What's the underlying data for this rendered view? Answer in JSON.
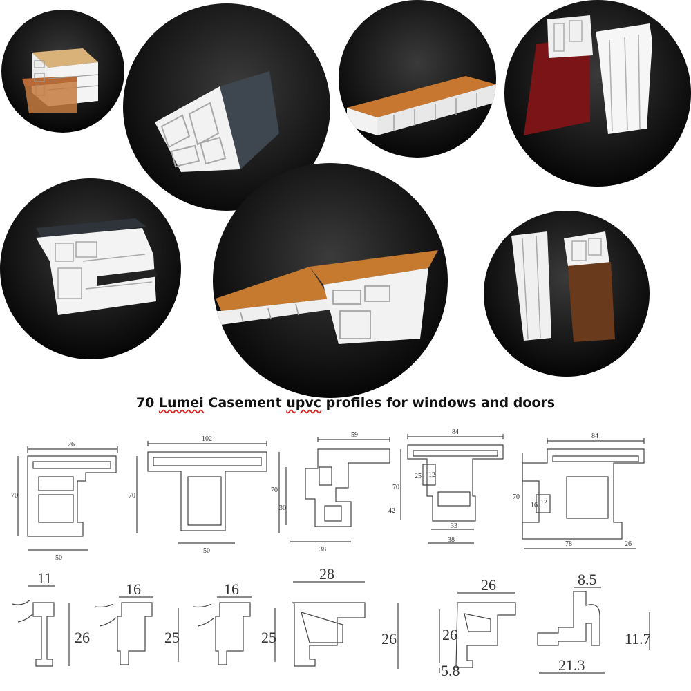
{
  "title": {
    "pre": "70 ",
    "brand": "Lumei",
    "mid": " Casement ",
    "upvc": "upvc",
    "post": " profiles for windows and doors"
  },
  "photos": [
    {
      "name": "profile-photo-1",
      "finish": "oak-top"
    },
    {
      "name": "profile-photo-2",
      "finish": "anthracite"
    },
    {
      "name": "profile-photo-3",
      "finish": "golden-oak"
    },
    {
      "name": "profile-photo-4",
      "finish": "mahogany"
    },
    {
      "name": "profile-photo-5",
      "finish": "anthracite-top"
    },
    {
      "name": "profile-photo-6",
      "finish": "golden-oak"
    },
    {
      "name": "profile-photo-7",
      "finish": "walnut"
    }
  ],
  "drawings_row1": [
    {
      "name": "frame-drawing",
      "dims": [
        "26",
        "70",
        "50"
      ]
    },
    {
      "name": "mullion-drawing",
      "dims": [
        "102",
        "70",
        "50"
      ]
    },
    {
      "name": "sash-drawing",
      "dims": [
        "59",
        "70",
        "30",
        "38"
      ]
    },
    {
      "name": "door-sash-drawing",
      "dims": [
        "84",
        "70",
        "25",
        "12",
        "42",
        "33",
        "38"
      ]
    },
    {
      "name": "door-frame-drawing",
      "dims": [
        "84",
        "70",
        "16",
        "12",
        "78",
        "26"
      ]
    }
  ],
  "drawings_row2": [
    {
      "name": "bead-11-drawing",
      "dims": [
        "11",
        "26"
      ]
    },
    {
      "name": "bead-16a-drawing",
      "dims": [
        "16",
        "25"
      ]
    },
    {
      "name": "bead-16b-drawing",
      "dims": [
        "16",
        "25"
      ]
    },
    {
      "name": "bead-28-drawing",
      "dims": [
        "28",
        "26"
      ]
    },
    {
      "name": "bead-26-drawing",
      "dims": [
        "26",
        "26",
        "5.8"
      ]
    },
    {
      "name": "bead-85-drawing",
      "dims": [
        "8.5",
        "11.7",
        "21.3"
      ]
    }
  ]
}
